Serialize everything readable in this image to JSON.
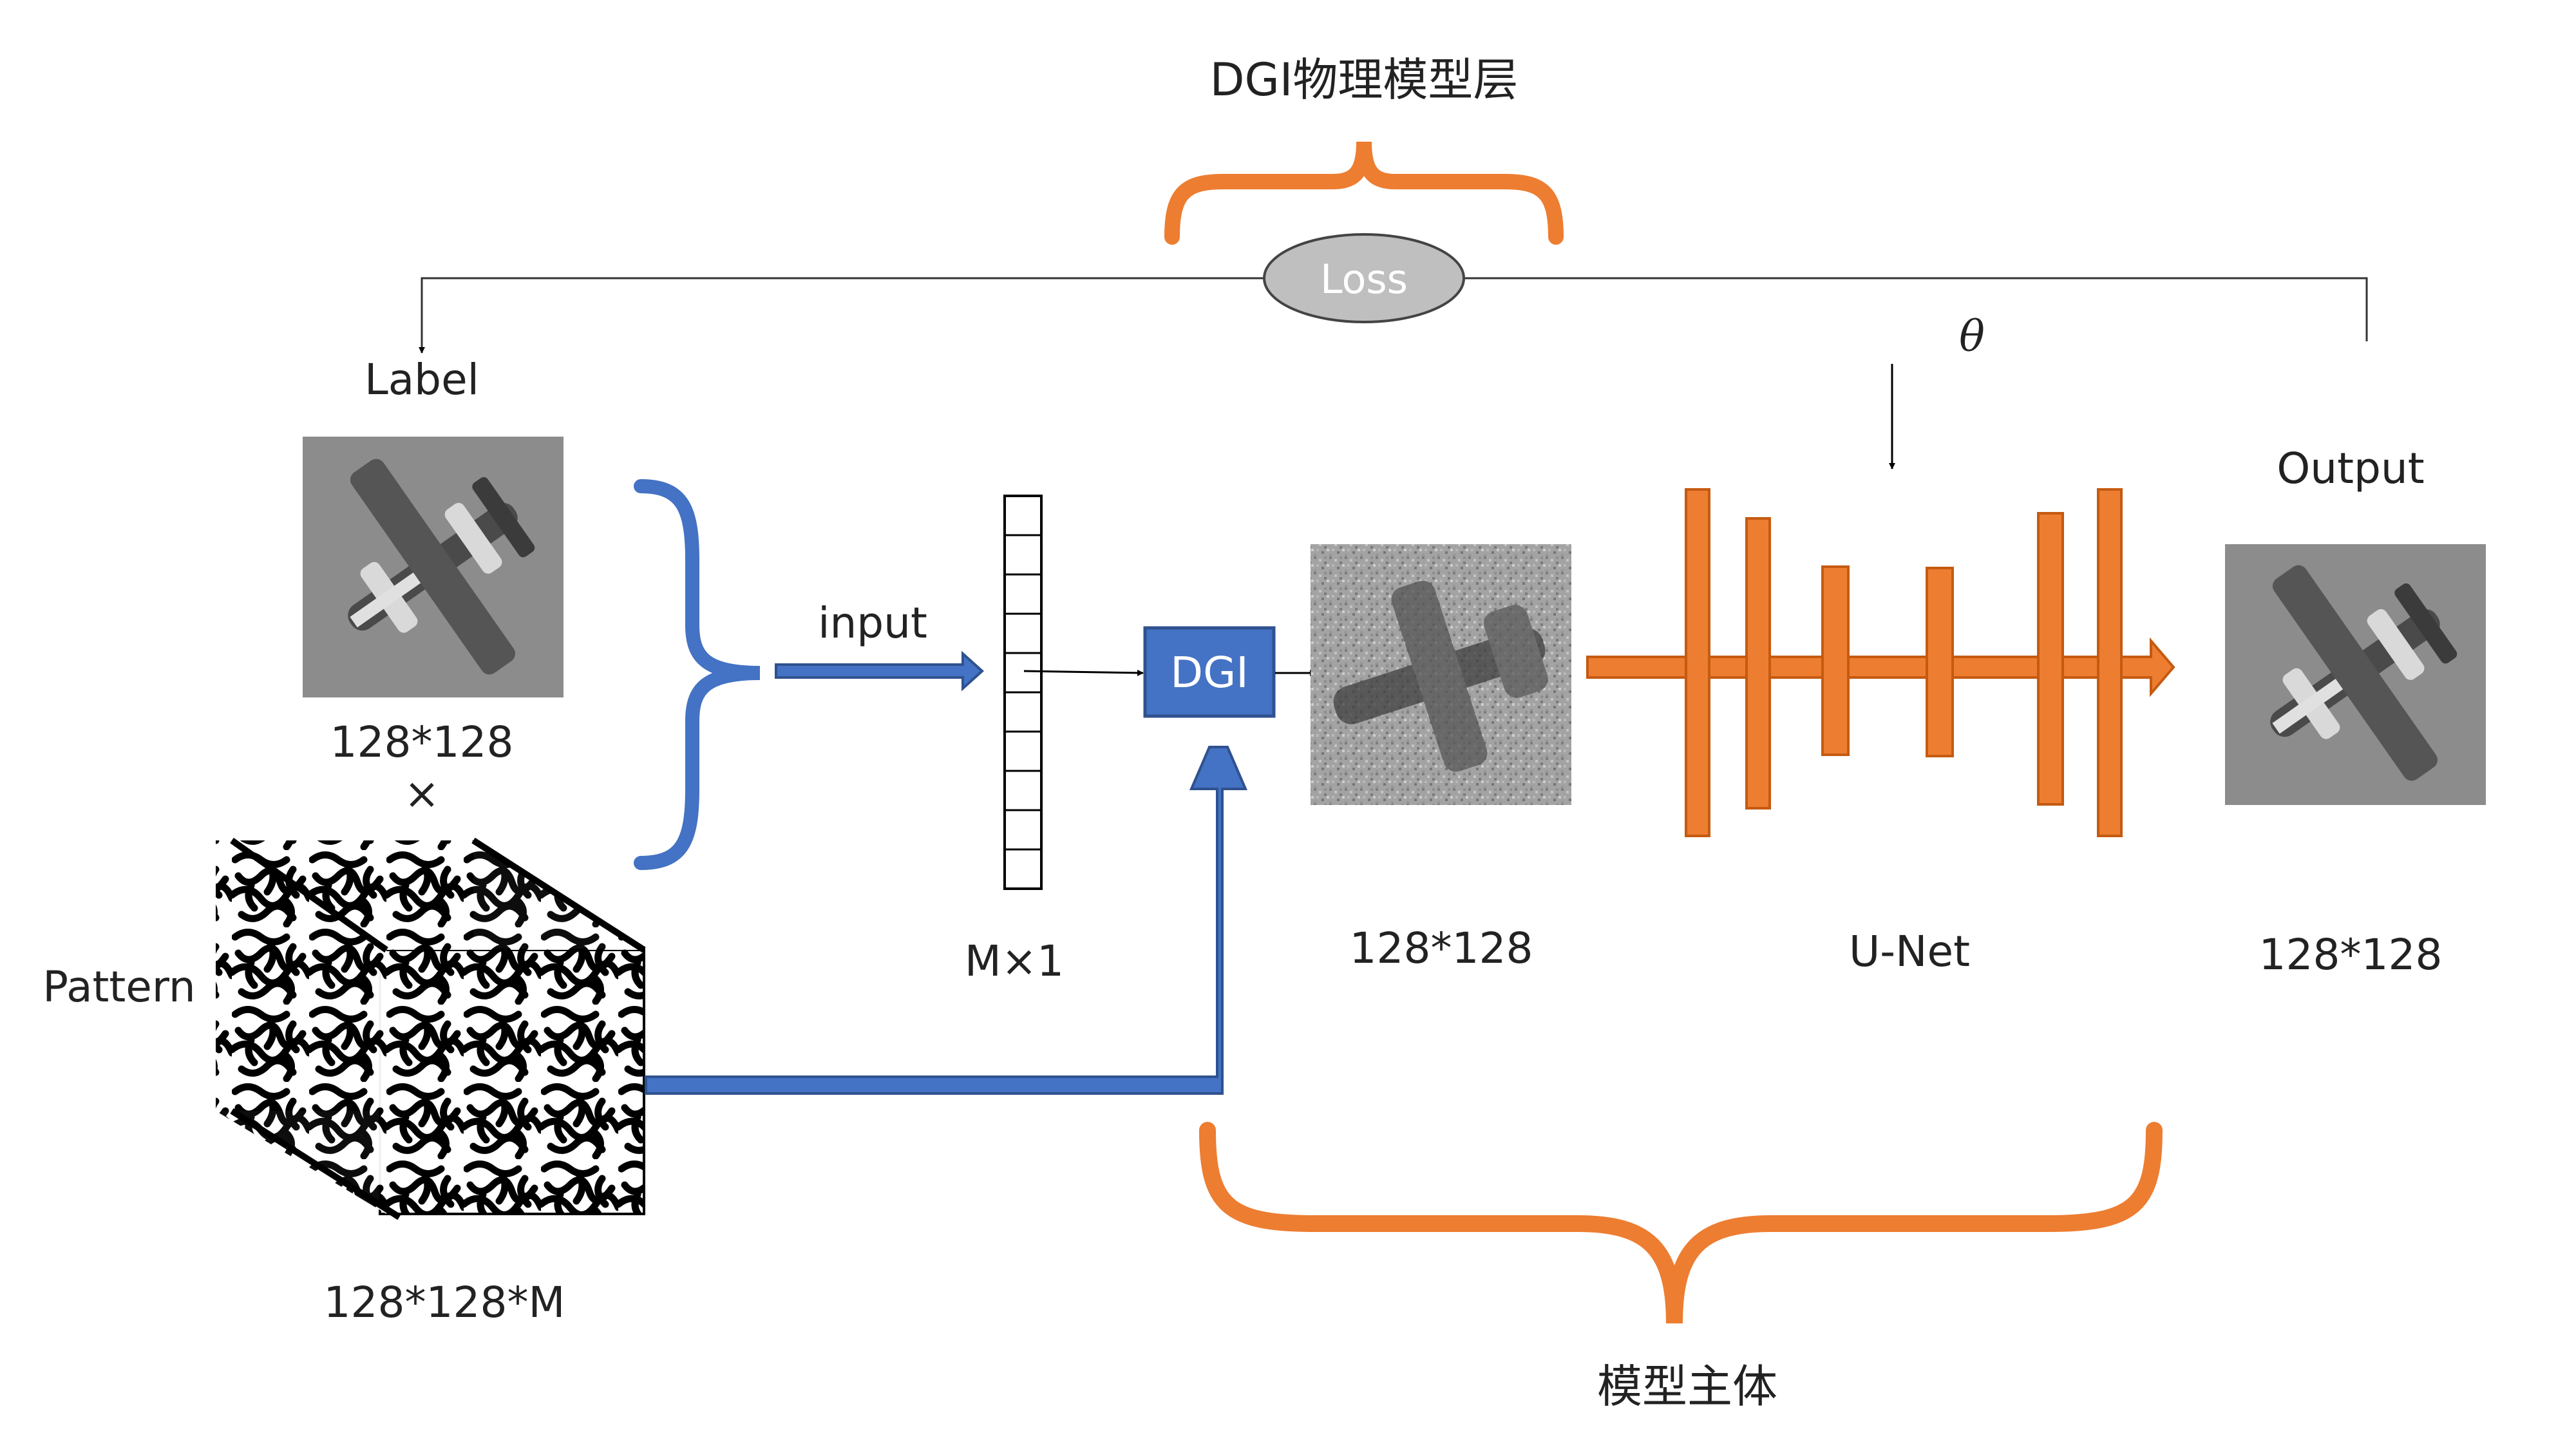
{
  "top_title": "DGI物理模型层",
  "bottom_title": "模型主体",
  "loss_label": "Loss",
  "label_title": "Label",
  "label_size": "128*128",
  "multiply_sign": "×",
  "pattern_label": "Pattern",
  "pattern_size": "128*128*M",
  "input_label": "input",
  "vector_label": "M×1",
  "dgi_label": "DGI",
  "dgi_output_size": "128*128",
  "theta_label": "θ",
  "unet_label": "U-Net",
  "output_title": "Output",
  "output_size": "128*128",
  "colors": {
    "blue": "#4472c4",
    "blue_dark": "#2f528f",
    "orange": "#ed7d31",
    "orange_dark": "#c55a11",
    "gray_image": "#8c8c8c",
    "loss_fill": "#bfbfbf"
  }
}
